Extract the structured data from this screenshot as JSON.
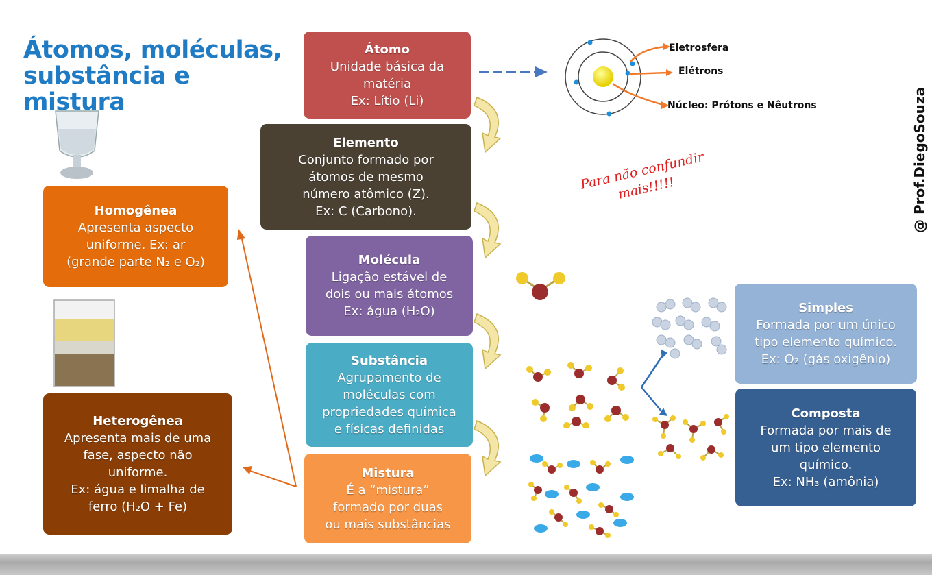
{
  "title": "Átomos, moléculas, substância e mistura",
  "atomo": {
    "title": "Átomo",
    "lines": [
      "Unidade básica da",
      "matéria",
      "Ex: Lítio (Li)"
    ]
  },
  "elemento": {
    "title": "Elemento",
    "lines": [
      "Conjunto formado por",
      "átomos de mesmo",
      "número atômico (Z).",
      "Ex: C (Carbono)."
    ]
  },
  "molecula": {
    "title": "Molécula",
    "lines": [
      "Ligação estável de",
      "dois ou mais átomos",
      "Ex: água (H₂O)"
    ]
  },
  "substancia": {
    "title": "Substância",
    "lines": [
      "Agrupamento de",
      "moléculas com",
      "propriedades química",
      "e físicas definidas"
    ]
  },
  "mistura": {
    "title": "Mistura",
    "lines": [
      "É a “mistura”",
      "formado por duas",
      "ou mais substâncias"
    ]
  },
  "homogenea": {
    "title": "Homogênea",
    "lines": [
      "Apresenta aspecto",
      "uniforme. Ex: ar",
      "(grande parte N₂ e O₂)"
    ]
  },
  "heterogenea": {
    "title": "Heterogênea",
    "lines": [
      "Apresenta mais de  uma",
      "fase, aspecto não",
      "uniforme.",
      "Ex: água e limalha de",
      "ferro (H₂O + Fe)"
    ]
  },
  "simples": {
    "title": "Simples",
    "lines": [
      "Formada por um único",
      "tipo elemento químico.",
      "Ex: O₂ (gás oxigênio)"
    ]
  },
  "composta": {
    "title": "Composta",
    "lines": [
      "Formada por mais de",
      "um tipo elemento",
      "químico.",
      "Ex: NH₃ (amônia)"
    ]
  },
  "atom_labels": {
    "eletrosfera": "Eletrosfera",
    "eletrons": "Elétrons",
    "nucleo": "Núcleo: Prótons e Nêutrons"
  },
  "note": {
    "line1": "Para não confundir",
    "line2": "mais!!!!!"
  },
  "credit": "@ Prof.DiegoSouza",
  "colors": {
    "title": "#1f7bc4",
    "atomo": "#c0504d",
    "elemento": "#4b4133",
    "molecula": "#8064a2",
    "substancia": "#4bacc6",
    "mistura": "#f79646",
    "homogenea": "#e46c0a",
    "heterogenea": "#8a3e06",
    "simples": "#95b3d7",
    "composta": "#376092"
  }
}
